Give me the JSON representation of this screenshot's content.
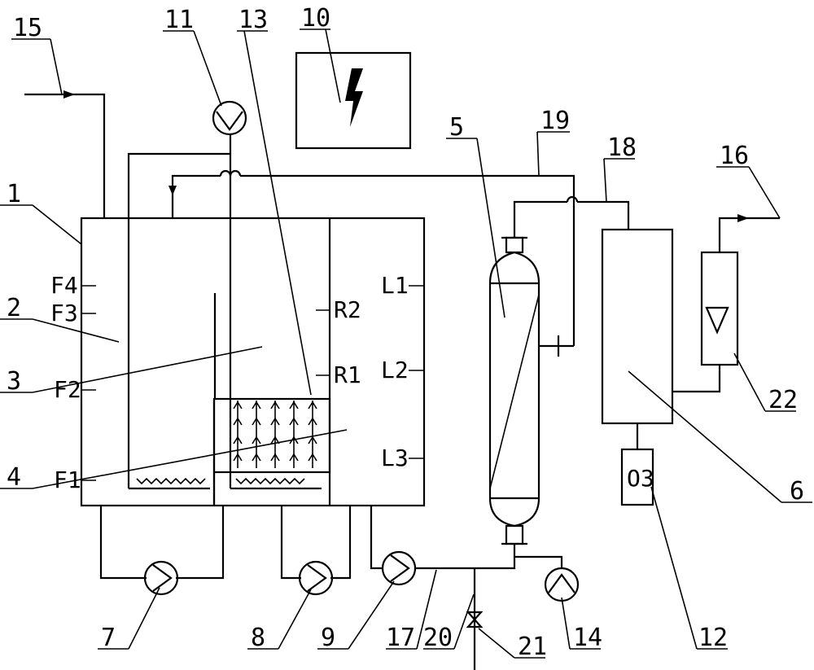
{
  "callouts": {
    "c1": "1",
    "c2": "2",
    "c3": "3",
    "c4": "4",
    "c5": "5",
    "c6": "6",
    "c7": "7",
    "c8": "8",
    "c9": "9",
    "c10": "10",
    "c11": "11",
    "c12": "12",
    "c13": "13",
    "c14": "14",
    "c15": "15",
    "c16": "16",
    "c17": "17",
    "c18": "18",
    "c19": "19",
    "c20": "20",
    "c21": "21",
    "c22": "22"
  },
  "level_marks": {
    "F1": "F1",
    "F2": "F2",
    "F3": "F3",
    "F4": "F4",
    "R1": "R1",
    "R2": "R2",
    "L1": "L1",
    "L2": "L2",
    "L3": "L3"
  },
  "ozone_label": "O3",
  "icons": [
    "power-supply-icon",
    "pump-icon",
    "flowmeter-icon",
    "valve-icon",
    "bubble-aeration-icon"
  ]
}
